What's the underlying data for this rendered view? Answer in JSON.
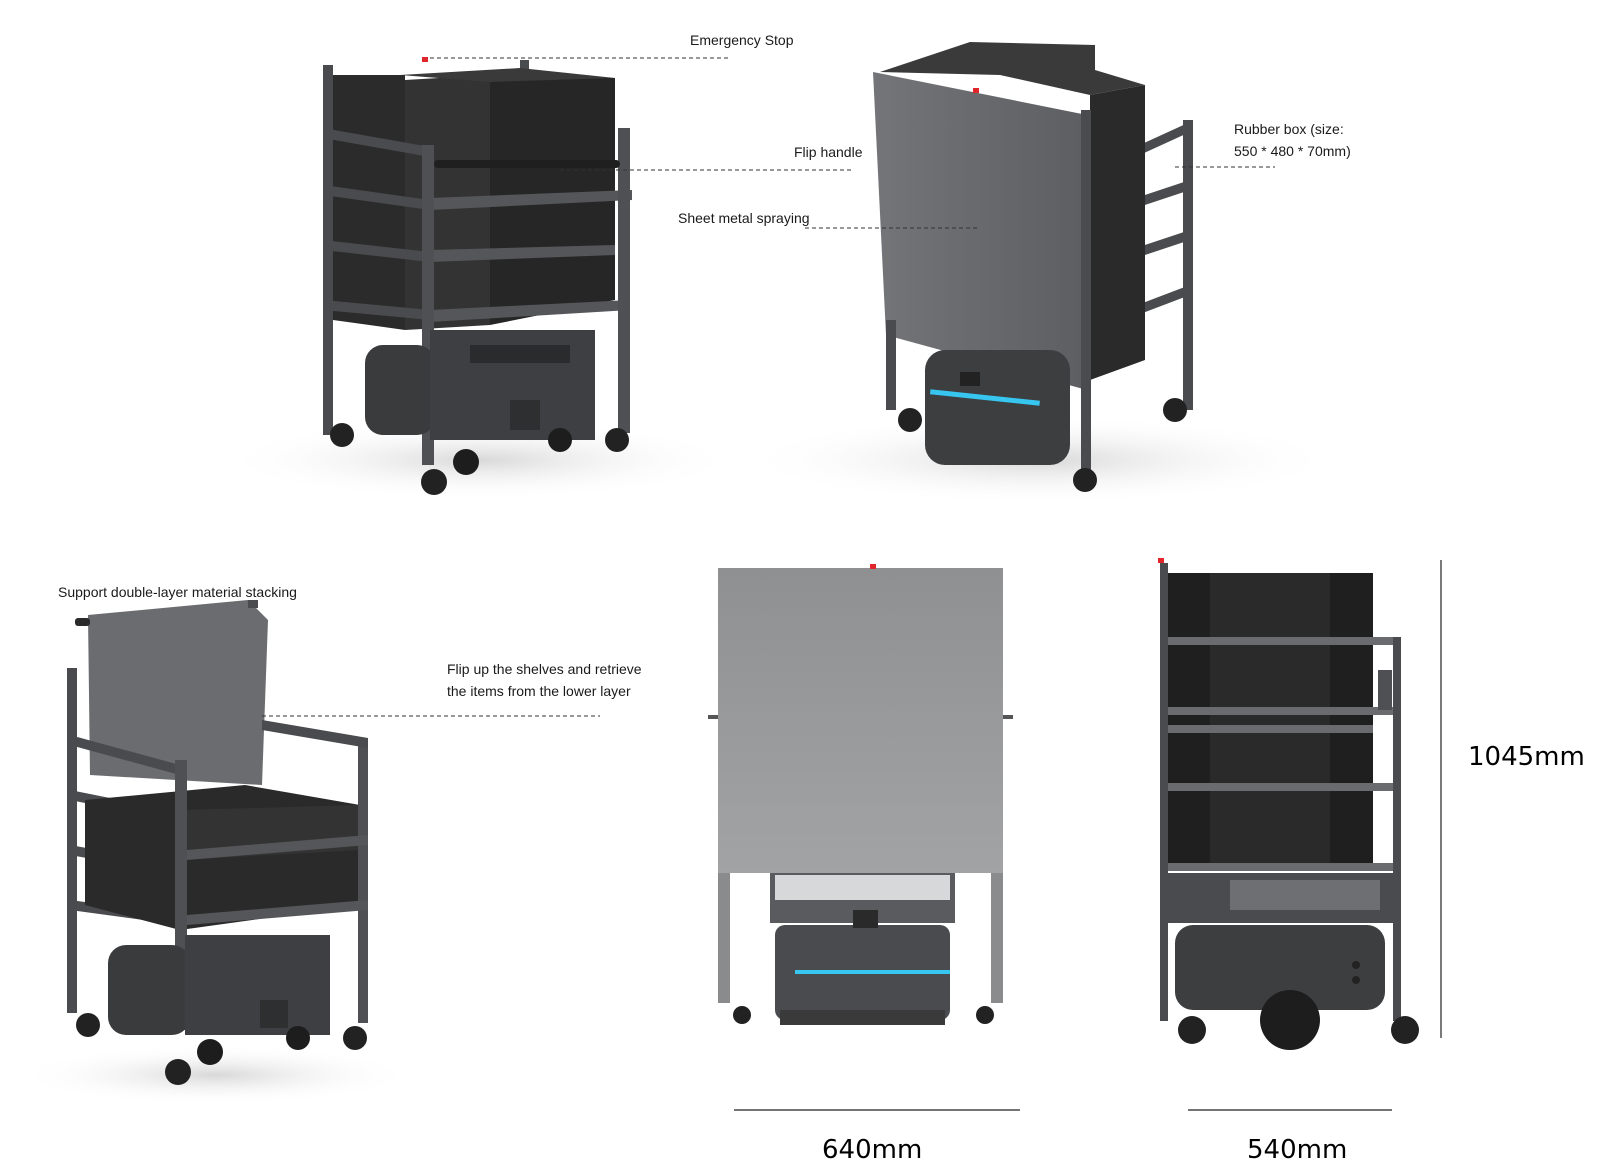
{
  "callouts": {
    "emergency_stop": "Emergency Stop",
    "flip_handle": "Flip handle",
    "sheet_metal": "Sheet metal spraying",
    "rubber_box_line1": "Rubber box (size:",
    "rubber_box_line2": "550 * 480 * 70mm)",
    "double_layer": "Support double-layer material stacking",
    "flip_up_line1": "Flip up the shelves and retrieve",
    "flip_up_line2": "the items from the lower layer"
  },
  "dimensions": {
    "width_front": "640mm",
    "width_side": "540mm",
    "height": "1045mm"
  },
  "colors": {
    "frame": "#4a4b4e",
    "frame_dark": "#2e2f31",
    "box": "#2a2a2a",
    "panel": "#6e6f72",
    "panel_front": "#8e8f91",
    "robot": "#3d3e40",
    "led": "#36c6f0",
    "estop": "#e0262b"
  }
}
